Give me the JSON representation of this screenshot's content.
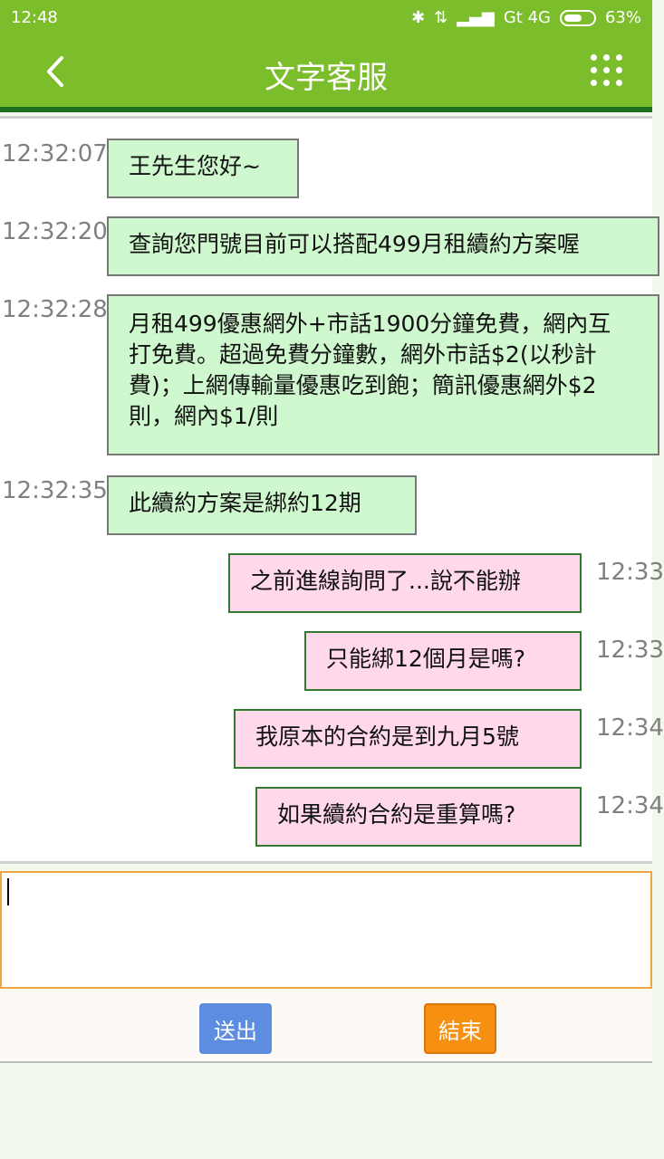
{
  "status": {
    "time": "12:48",
    "network": "Gt 4G",
    "battery": "63%",
    "battery_level": 0.63
  },
  "header": {
    "title": "文字客服"
  },
  "messages": [
    {
      "side": "left",
      "time": "12:32:07",
      "text": [
        "王先生您好~"
      ]
    },
    {
      "side": "left",
      "time": "12:32:20",
      "text": [
        "查詢您門號目前可以搭配499月租續約方案喔"
      ]
    },
    {
      "side": "left",
      "time": "12:32:28",
      "text": [
        "月租499優惠網外+市話1900分鐘免費，網內互",
        "打免費。超過免費分鐘數，網外市話$2(以秒計",
        "費)；上網傳輸量優惠吃到飽；簡訊優惠網外$2",
        "則，網內$1/則"
      ]
    },
    {
      "side": "left",
      "time": "12:32:35",
      "text": [
        "此續約方案是綁約12期"
      ]
    },
    {
      "side": "right",
      "time": "12:33",
      "text": [
        "之前進線詢問了...說不能辦"
      ]
    },
    {
      "side": "right",
      "time": "12:33",
      "text": [
        "只能綁12個月是嗎?"
      ]
    },
    {
      "side": "right",
      "time": "12:34",
      "text": [
        "我原本的合約是到九月5號"
      ]
    },
    {
      "side": "right",
      "time": "12:34",
      "text": [
        "如果續約合約是重算嗎?"
      ]
    }
  ],
  "input": {
    "value": ""
  },
  "buttons": {
    "send": "送出",
    "end": "結束"
  }
}
